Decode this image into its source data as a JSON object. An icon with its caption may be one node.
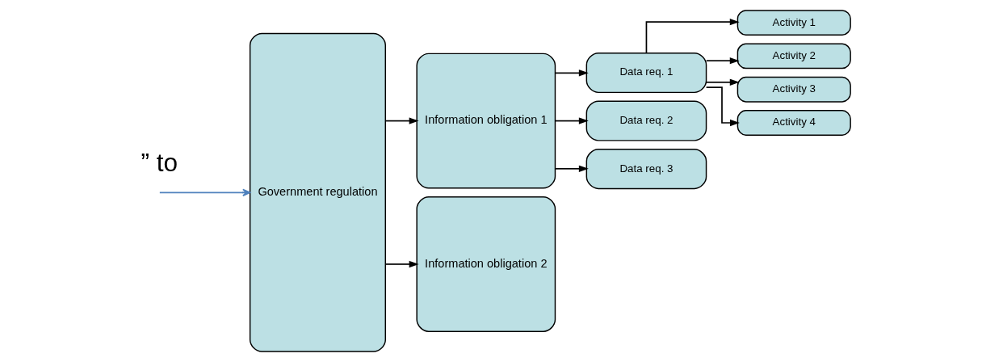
{
  "diagram": {
    "nodes": [
      {
        "text": [
          "Government regulation"
        ]
      },
      {
        "text": [
          "Information obligation 1"
        ]
      },
      {
        "text": [
          "Information obligation 2"
        ]
      },
      {
        "text": [
          "Data req. 1"
        ]
      },
      {
        "text": [
          "Data req. 2"
        ]
      },
      {
        "text": [
          "Data req. 3"
        ]
      },
      {
        "text": [
          "Activity 1"
        ]
      },
      {
        "text": [
          "Activity 2"
        ]
      },
      {
        "text": [
          "Activity 3"
        ]
      },
      {
        "text": [
          "Activity 4"
        ]
      }
    ],
    "edges": [
      {
        "from": null,
        "to": 0,
        "arrow": "to",
        "color": "#4f81bd"
      },
      {
        "from": 0,
        "to": 1,
        "arrow": "to"
      },
      {
        "from": 0,
        "to": 2,
        "arrow": "to"
      },
      {
        "from": 1,
        "to": 3,
        "arrow": "to"
      },
      {
        "from": 1,
        "to": 4,
        "arrow": "to"
      },
      {
        "from": 1,
        "to": 5,
        "arrow": "to"
      },
      {
        "from": 3,
        "to": 6,
        "arrow": "to"
      },
      {
        "from": 3,
        "to": 7,
        "arrow": "to"
      },
      {
        "from": 3,
        "to": 8,
        "arrow": "to"
      },
      {
        "from": 3,
        "to": 9,
        "arrow": "to"
      }
    ],
    "labels": [
      "” to"
    ]
  }
}
